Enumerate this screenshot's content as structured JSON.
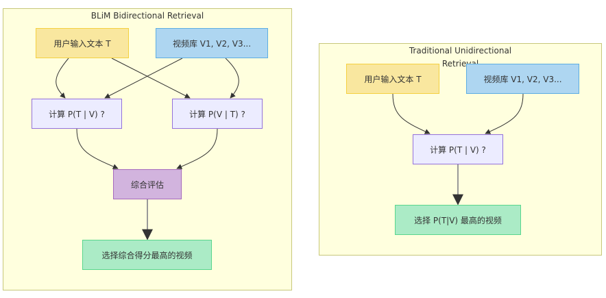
{
  "clusters": {
    "bidirectional": {
      "title": "BLiM Bidirectional Retrieval",
      "nodes": {
        "user_input": "用户输入文本 T",
        "video_lib": "视频库 V1, V2, V3...",
        "compute_t_given_v": "计算 P(T | V) ?",
        "compute_v_given_t": "计算 P(V | T) ?",
        "combined_eval": "综合评估",
        "select_best": "选择综合得分最高的视频"
      }
    },
    "unidirectional": {
      "title_line1": "Traditional Unidirectional",
      "title_line2": "Retrieval",
      "nodes": {
        "user_input": "用户输入文本 T",
        "video_lib": "视频库 V1, V2, V3...",
        "compute_t_given_v": "计算 P(T | V) ?",
        "select_best": "选择 P(T|V) 最高的视频"
      }
    }
  },
  "edges": [
    {
      "from": "bidirectional.user_input",
      "to": "bidirectional.compute_t_given_v"
    },
    {
      "from": "bidirectional.user_input",
      "to": "bidirectional.compute_v_given_t"
    },
    {
      "from": "bidirectional.video_lib",
      "to": "bidirectional.compute_t_given_v"
    },
    {
      "from": "bidirectional.video_lib",
      "to": "bidirectional.compute_v_given_t"
    },
    {
      "from": "bidirectional.compute_t_given_v",
      "to": "bidirectional.combined_eval"
    },
    {
      "from": "bidirectional.compute_v_given_t",
      "to": "bidirectional.combined_eval"
    },
    {
      "from": "bidirectional.combined_eval",
      "to": "bidirectional.select_best"
    },
    {
      "from": "unidirectional.user_input",
      "to": "unidirectional.compute_t_given_v"
    },
    {
      "from": "unidirectional.video_lib",
      "to": "unidirectional.compute_t_given_v"
    },
    {
      "from": "unidirectional.compute_t_given_v",
      "to": "unidirectional.select_best"
    }
  ],
  "colors": {
    "cluster_fill": "#ffffde",
    "input_node": "#f9e79f",
    "video_node": "#aed6f1",
    "compute_node": "#ececff",
    "eval_node": "#d2b4de",
    "result_node": "#abebc6"
  }
}
